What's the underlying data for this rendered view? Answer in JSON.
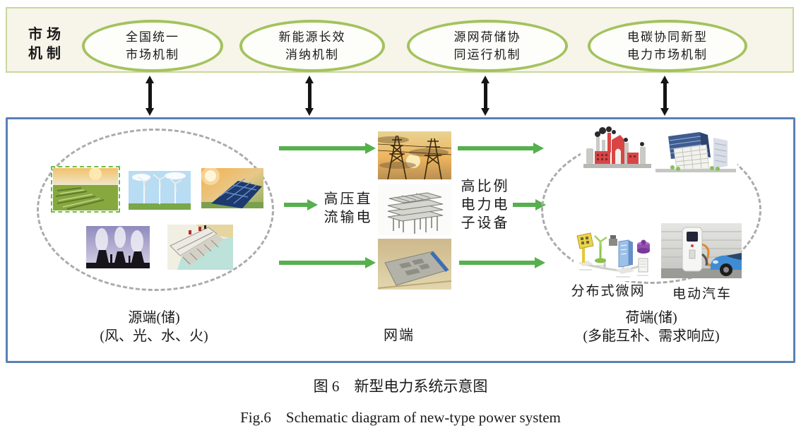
{
  "market_bar": {
    "label": "市场\n机制",
    "mechanisms": [
      {
        "label": "全国统一\n市场机制"
      },
      {
        "label": "新能源长效\n消纳机制"
      },
      {
        "label": "源网荷储协\n同运行机制"
      },
      {
        "label": "电碳协同新型\n电力市场机制"
      }
    ]
  },
  "diagram": {
    "source": {
      "title": "源端(储)",
      "subtitle": "(风、光、水、火)",
      "images": [
        "solar-farm",
        "wind-turbines",
        "solar-panels",
        "thermal-plant",
        "hydro-dam"
      ]
    },
    "grid": {
      "title": "网端",
      "hvdc_label": "高压直\n流输电",
      "power_electronics_label": "高比例\n电力电\n子设备",
      "images": [
        "transmission-towers",
        "converter-station",
        "substation"
      ]
    },
    "load": {
      "title": "荷端(储)",
      "subtitle": "(多能互补、需求响应)",
      "microgrid_label": "分布式微网",
      "ev_label": "电动汽车",
      "images": [
        "factory",
        "office-buildings",
        "microgrid",
        "ev-charging"
      ]
    }
  },
  "caption": {
    "zh": "图 6　新型电力系统示意图",
    "en": "Fig.6　Schematic diagram of new-type power system"
  },
  "colors": {
    "market_bar_bg": "#f7f4e9",
    "market_bar_border": "#c9d79c",
    "mechanism_ellipse_border": "#a3c25e",
    "main_box_border": "#5b81b1",
    "flow_arrow_green": "#55b04d",
    "coupling_arrow_black": "#141414",
    "dashed_ellipse_gray": "#ababab"
  }
}
